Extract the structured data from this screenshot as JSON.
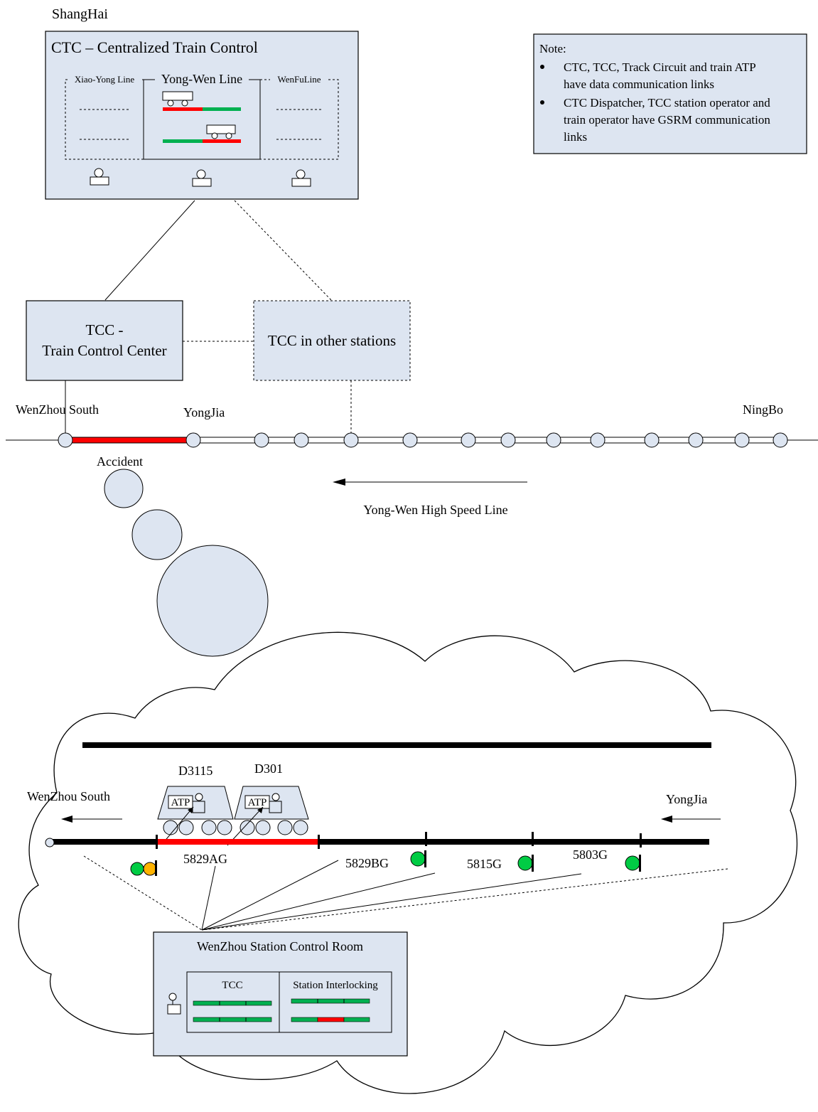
{
  "title_city": "ShangHai",
  "ctc": {
    "title": "CTC – Centralized Train Control",
    "lines": [
      "Xiao-Yong Line",
      "Yong-Wen Line",
      "WenFuLine"
    ]
  },
  "note": {
    "title": "Note:",
    "bullets": [
      "CTC, TCC, Track Circuit and train ATP have data communication links",
      "CTC Dispatcher, TCC station operator and train operator have GSRM communication links"
    ]
  },
  "tcc": {
    "line1": "TCC -",
    "line2": "Train Control Center"
  },
  "tcc_other": "TCC in other stations",
  "stations": {
    "start": "WenZhou South",
    "second": "YongJia",
    "end": "NingBo"
  },
  "accident": "Accident",
  "line_name": "Yong-Wen High Speed Line",
  "detail": {
    "west": "WenZhou South",
    "east": "YongJia",
    "trains": [
      "D3115",
      "D301"
    ],
    "atp": "ATP",
    "sections": [
      "5829AG",
      "5829BG",
      "5815G",
      "5803G"
    ]
  },
  "control_room": {
    "title": "WenZhou Station Control Room",
    "panels": [
      "TCC",
      "Station Interlocking"
    ]
  },
  "colors": {
    "panel_fill": "#dde5f1",
    "occupied": "#ff0000",
    "clear": "#00b050",
    "signal_green": "#00cc44",
    "signal_yellow": "#ffb300"
  }
}
